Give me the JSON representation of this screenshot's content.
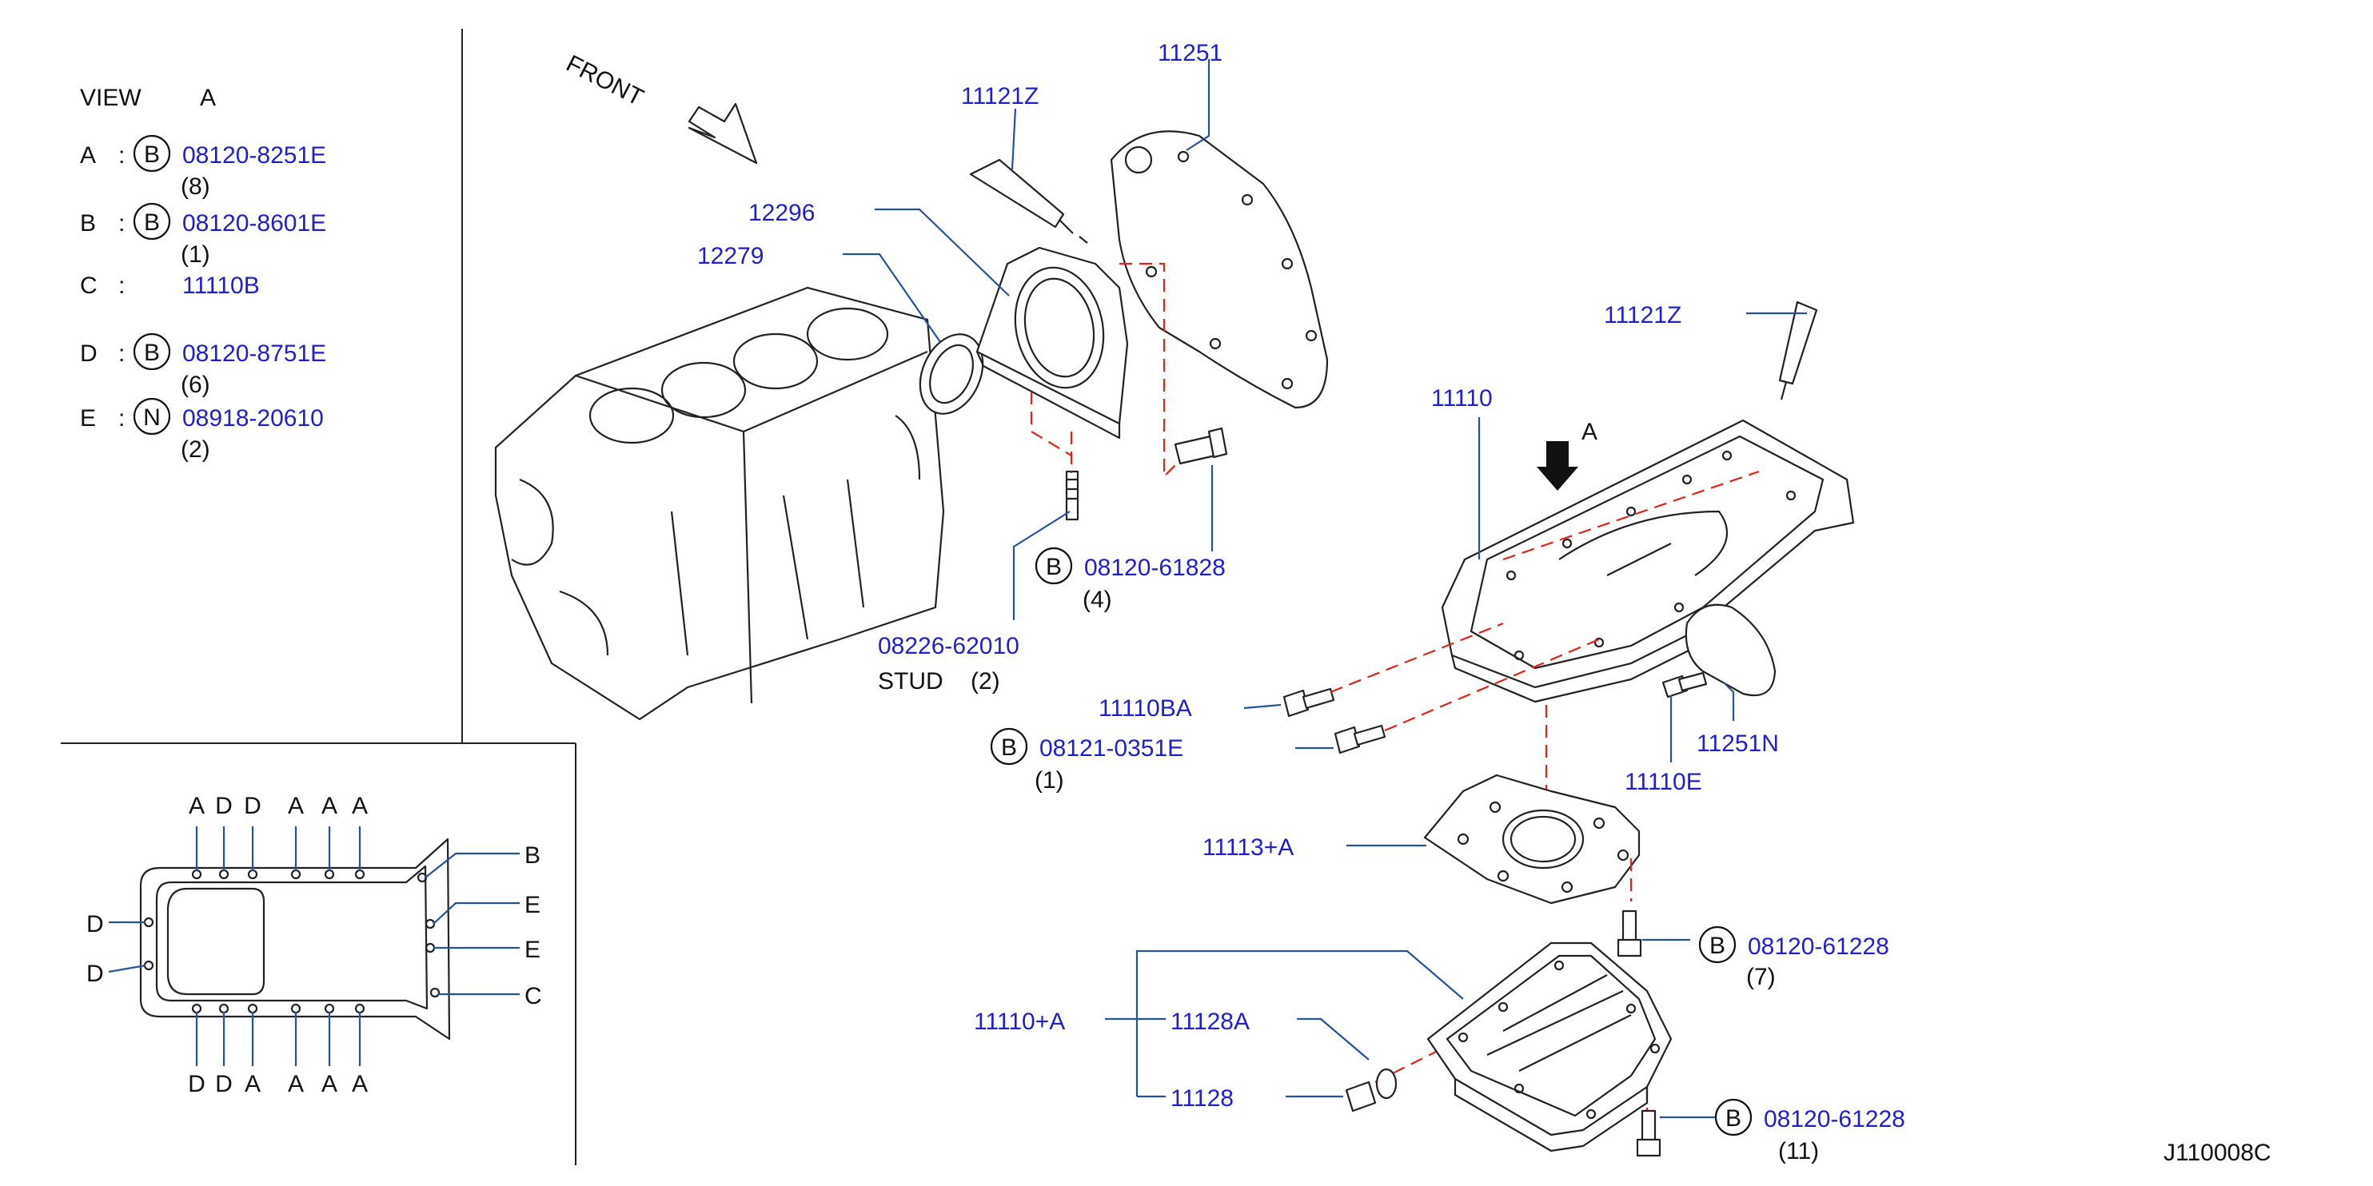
{
  "diagram_code": "J110008C",
  "front_label": "FRONT",
  "view_a": {
    "title": "VIEW",
    "letter": "A",
    "rows": [
      {
        "key": "A",
        "colon": ":",
        "circle": "B",
        "part": "08120-8251E",
        "qty": "(8)"
      },
      {
        "key": "B",
        "colon": ":",
        "circle": "B",
        "part": "08120-8601E",
        "qty": "(1)"
      },
      {
        "key": "C",
        "colon": ":",
        "circle": "",
        "part": "11110B",
        "qty": ""
      },
      {
        "key": "D",
        "colon": ":",
        "circle": "B",
        "part": "08120-8751E",
        "qty": "(6)"
      },
      {
        "key": "E",
        "colon": ":",
        "circle": "N",
        "part": "08918-20610",
        "qty": "(2)"
      }
    ]
  },
  "bolt_map": {
    "top_letters": [
      "A",
      "D",
      "D",
      "A",
      "A",
      "A"
    ],
    "bottom_letters": [
      "D",
      "D",
      "A",
      "A",
      "A",
      "A"
    ],
    "left_letters": [
      "D",
      "D"
    ],
    "right_letters": [
      "B",
      "E",
      "E",
      "C"
    ]
  },
  "callouts": {
    "p11251": "11251",
    "p11121z_top": "11121Z",
    "p12296": "12296",
    "p12279": "12279",
    "p11121z_right": "11121Z",
    "p11110": "11110",
    "arrow_a": "A",
    "b_08120_61828": {
      "circle": "B",
      "part": "08120-61828",
      "qty": "(4)"
    },
    "stud": {
      "part": "08226-62010",
      "name": "STUD",
      "qty": "(2)"
    },
    "p11110ba": "11110BA",
    "b_08121_0351e": {
      "circle": "B",
      "part": "08121-0351E",
      "qty": "(1)"
    },
    "p11251n": "11251N",
    "p11110e": "11110E",
    "p11113a": "11113+A",
    "b_08120_61228_a": {
      "circle": "B",
      "part": "08120-61228",
      "qty": "(7)"
    },
    "p11110a": "11110+A",
    "p11128a": "11128A",
    "p11128": "11128",
    "b_08120_61228_b": {
      "circle": "B",
      "part": "08120-61228",
      "qty": "(11)"
    }
  }
}
